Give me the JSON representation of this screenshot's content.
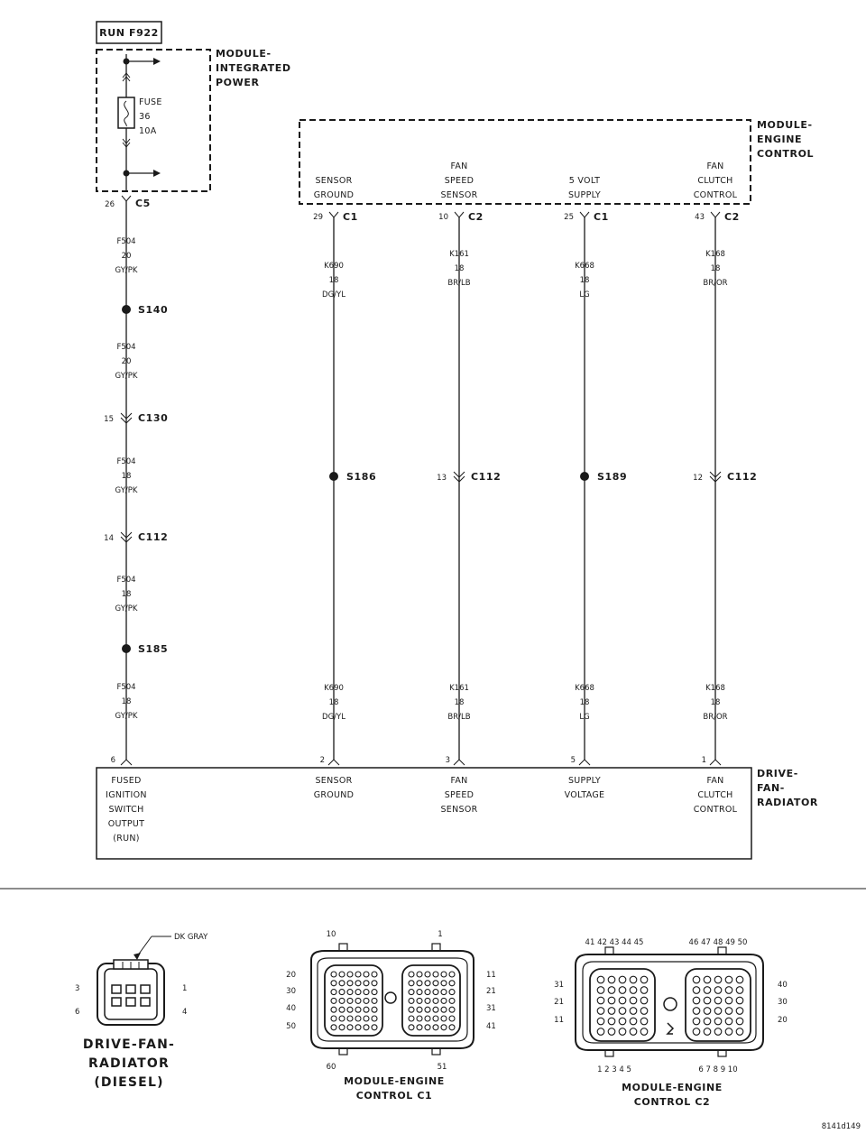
{
  "run_label": "RUN F922",
  "mip": {
    "lines": [
      "MODULE-",
      "INTEGRATED",
      "POWER"
    ]
  },
  "fuse": {
    "lines": [
      "FUSE",
      "36",
      "10A"
    ]
  },
  "c5": {
    "pin": "26",
    "name": "C5"
  },
  "left_wire": {
    "seg1": [
      "F504",
      "20",
      "GY/PK"
    ],
    "s140": "S140",
    "seg2": [
      "F504",
      "20",
      "GY/PK"
    ],
    "c130": {
      "pin": "15",
      "name": "C130"
    },
    "seg3": [
      "F504",
      "18",
      "GY/PK"
    ],
    "c112": {
      "pin": "14",
      "name": "C112"
    },
    "seg4": [
      "F504",
      "18",
      "GY/PK"
    ],
    "s185": "S185",
    "seg5": [
      "F504",
      "18",
      "GY/PK"
    ]
  },
  "mec": {
    "lines": [
      "MODULE-",
      "ENGINE",
      "CONTROL"
    ],
    "circuits": [
      {
        "func": [
          "SENSOR",
          "GROUND"
        ],
        "pin": "29",
        "conn": "C1",
        "top": [
          "K690",
          "18",
          "DG/YL"
        ],
        "mid": {
          "kind": "splice",
          "name": "S186",
          "pin": ""
        },
        "bottom": [
          "K690",
          "18",
          "DG/YL"
        ],
        "dpin": "2",
        "dfunc": [
          "SENSOR",
          "GROUND"
        ]
      },
      {
        "func": [
          "FAN",
          "SPEED",
          "SENSOR"
        ],
        "pin": "10",
        "conn": "C2",
        "top": [
          "K161",
          "18",
          "BR/LB"
        ],
        "mid": {
          "kind": "conn",
          "name": "C112",
          "pin": "13"
        },
        "bottom": [
          "K161",
          "18",
          "BR/LB"
        ],
        "dpin": "3",
        "dfunc": [
          "FAN",
          "SPEED",
          "SENSOR"
        ]
      },
      {
        "func": [
          "5 VOLT",
          "SUPPLY"
        ],
        "pin": "25",
        "conn": "C1",
        "top": [
          "K668",
          "18",
          "LG"
        ],
        "mid": {
          "kind": "splice",
          "name": "S189",
          "pin": ""
        },
        "bottom": [
          "K668",
          "18",
          "LG"
        ],
        "dpin": "5",
        "dfunc": [
          "SUPPLY",
          "VOLTAGE"
        ]
      },
      {
        "func": [
          "FAN",
          "CLUTCH",
          "CONTROL"
        ],
        "pin": "43",
        "conn": "C2",
        "top": [
          "K168",
          "18",
          "BR/OR"
        ],
        "mid": {
          "kind": "conn",
          "name": "C112",
          "pin": "12"
        },
        "bottom": [
          "K168",
          "18",
          "BR/OR"
        ],
        "dpin": "1",
        "dfunc": [
          "FAN",
          "CLUTCH",
          "CONTROL"
        ]
      }
    ]
  },
  "dfr": {
    "lines": [
      "DRIVE-",
      "FAN-",
      "RADIATOR"
    ],
    "left_pin": "6",
    "left_func": [
      "FUSED",
      "IGNITION",
      "SWITCH",
      "OUTPUT",
      "(RUN)"
    ]
  },
  "connectors": {
    "dfr": {
      "color_label": "DK GRAY",
      "pins": [
        "3",
        "1",
        "6",
        "4"
      ],
      "title": [
        "DRIVE-FAN-",
        "RADIATOR",
        "(DIESEL)"
      ]
    },
    "c1": {
      "pins_top": [
        "10",
        "1"
      ],
      "pins_left": [
        "20",
        "30",
        "40",
        "50"
      ],
      "pins_right": [
        "11",
        "21",
        "31",
        "41"
      ],
      "pins_bottom": [
        "60",
        "51"
      ],
      "title": [
        "MODULE-ENGINE",
        "CONTROL C1"
      ]
    },
    "c2": {
      "pins_top": [
        "41 42 43 44 45",
        "46 47 48 49 50"
      ],
      "pins_left": [
        "31",
        "21",
        "11"
      ],
      "pins_right": [
        "40",
        "30",
        "20"
      ],
      "pins_bottom": [
        "1  2  3  4  5",
        "6  7  8  9  10"
      ],
      "title": [
        "MODULE-ENGINE",
        "CONTROL C2"
      ]
    }
  },
  "figure_id": "8141d149"
}
